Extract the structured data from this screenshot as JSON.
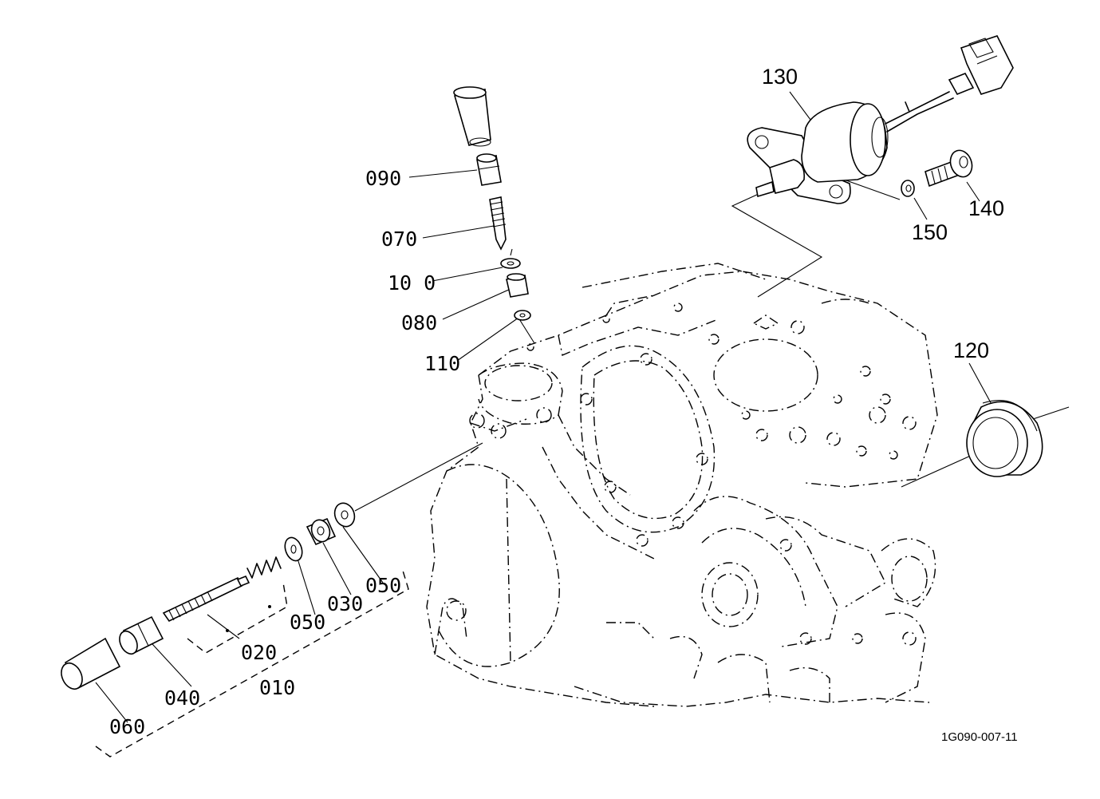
{
  "diagram": {
    "drawing_id": "1G090-007-11",
    "labels": {
      "p130": "130",
      "p140": "140",
      "p150": "150",
      "p120": "120",
      "p090": "090",
      "p070": "070",
      "p100": "10 0",
      "p080": "080",
      "p110": "110",
      "p050a": "050",
      "p050b": "050",
      "p030": "030",
      "p020": "020",
      "p010": "010",
      "p040": "040",
      "p060": "060"
    }
  }
}
